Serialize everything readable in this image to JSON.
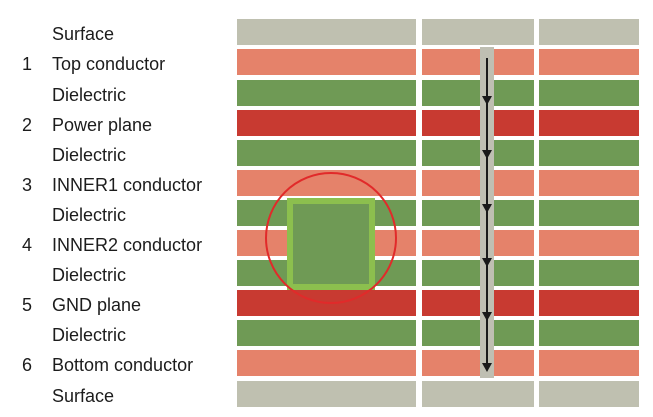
{
  "layers": [
    {
      "num": "",
      "label": "Surface",
      "type": "surface"
    },
    {
      "num": "1",
      "label": "Top conductor",
      "type": "conductor"
    },
    {
      "num": "",
      "label": "Dielectric",
      "type": "dielectric"
    },
    {
      "num": "2",
      "label": "Power plane",
      "type": "plane"
    },
    {
      "num": "",
      "label": "Dielectric",
      "type": "dielectric"
    },
    {
      "num": "3",
      "label": "INNER1 conductor",
      "type": "conductor"
    },
    {
      "num": "",
      "label": "Dielectric",
      "type": "dielectric"
    },
    {
      "num": "4",
      "label": "INNER2 conductor",
      "type": "conductor"
    },
    {
      "num": "",
      "label": "Dielectric",
      "type": "dielectric"
    },
    {
      "num": "5",
      "label": "GND plane",
      "type": "plane"
    },
    {
      "num": "",
      "label": "Dielectric",
      "type": "dielectric"
    },
    {
      "num": "6",
      "label": "Bottom conductor",
      "type": "conductor"
    },
    {
      "num": "",
      "label": "Surface",
      "type": "surface"
    }
  ],
  "colors": {
    "surface": "#bfc0b0",
    "conductor": "#e5826a",
    "plane": "#c83a31",
    "dielectric": "#6f9a55",
    "via_track": "#bfbfb2",
    "highlight_circle": "#e12a2a",
    "highlight_square": "#8cbf4e"
  }
}
